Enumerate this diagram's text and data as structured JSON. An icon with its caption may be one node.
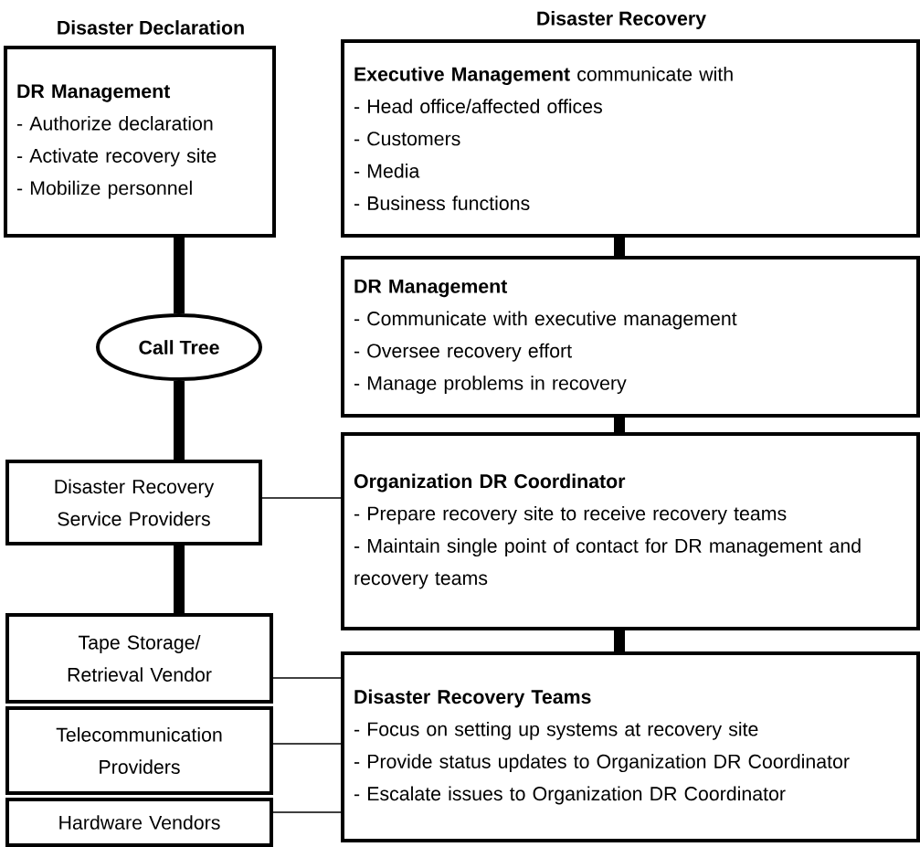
{
  "diagram": {
    "nodes": [
      {
        "text": [
          "DR Management",
          "- Authorize declaration",
          "- Activate recovery site",
          "- Mobilize personnel"
        ]
      },
      {
        "text": [
          "Call Tree"
        ]
      },
      {
        "text": [
          "Disaster Recovery Service Providers"
        ]
      },
      {
        "text": [
          "Tape Storage/ Retrieval Vendor"
        ]
      },
      {
        "text": [
          "Telecommunication Providers"
        ]
      },
      {
        "text": [
          "Hardware Vendors"
        ]
      },
      {
        "text": [
          "**Executive Management** communicate with",
          "- Head office/affected offices",
          "- Customers",
          "- Media",
          "- Business functions"
        ]
      },
      {
        "text": [
          "DR Management",
          "- Communicate with executive management",
          "- Oversee recovery effort",
          "- Manage problems in recovery"
        ]
      },
      {
        "text": [
          "Organization DR Coordinator",
          "- Prepare recovery site to receive recovery teams",
          "- Maintain single point of contact for DR management and recovery teams"
        ]
      },
      {
        "text": [
          "Disaster Recovery Teams",
          "- Focus on setting up systems at recovery site",
          "- Provide status updates to Organization DR Coordinator",
          "- Escalate issues to Organization DR Coordinator"
        ]
      }
    ],
    "edges": [
      {
        "from": 0,
        "to": 1,
        "arrow": "none"
      },
      {
        "from": 1,
        "to": 2,
        "arrow": "none"
      },
      {
        "from": 2,
        "to": 3,
        "arrow": "none"
      },
      {
        "from": 2,
        "to": 8,
        "arrow": "none"
      },
      {
        "from": 3,
        "to": 9,
        "arrow": "none"
      },
      {
        "from": 4,
        "to": 9,
        "arrow": "none"
      },
      {
        "from": 5,
        "to": 9,
        "arrow": "none"
      },
      {
        "from": 6,
        "to": 7,
        "arrow": "none"
      },
      {
        "from": 7,
        "to": 8,
        "arrow": "none"
      },
      {
        "from": 8,
        "to": 9,
        "arrow": "none"
      }
    ],
    "labels": [
      "Disaster Recovery",
      "Disaster Declaration"
    ]
  }
}
